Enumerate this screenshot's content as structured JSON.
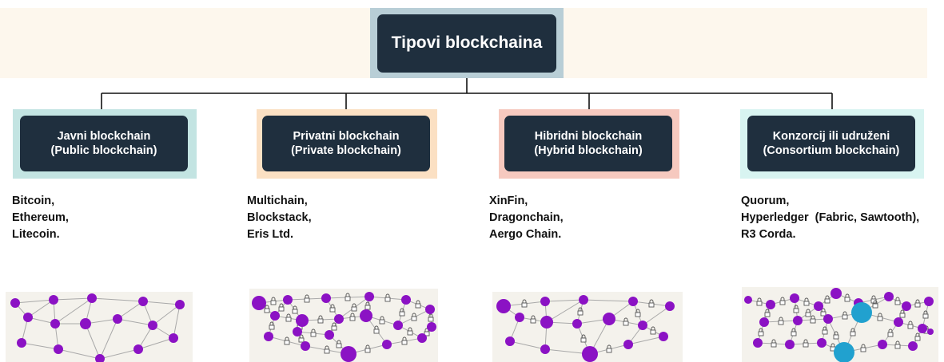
{
  "title": "Tipovi blockchaina",
  "categories": [
    {
      "line1": "Javni blockchain",
      "line2": "(Public blockchain)",
      "frame_color": "#c3e4e2",
      "examples": [
        "Bitcoin,",
        "Ethereum,",
        "Litecoin."
      ],
      "network": "public"
    },
    {
      "line1": "Privatni blockchain",
      "line2": "(Private blockchain)",
      "frame_color": "#fbe0c3",
      "examples": [
        "Multichain,",
        "Blockstack,",
        "Eris Ltd."
      ],
      "network": "private"
    },
    {
      "line1": "Hibridni blockchain",
      "line2": "(Hybrid blockchain)",
      "frame_color": "#f6c9bf",
      "examples": [
        "XinFin,",
        "Dragonchain,",
        "Aergo Chain."
      ],
      "network": "hybrid"
    },
    {
      "line1": "Konzorcij ili udruženi",
      "line2": "(Consortium blockchain)",
      "frame_color": "#d8f4f1",
      "examples": [
        "Quorum,",
        "Hyperledger  (Fabric, Sawtooth),",
        "R3 Corda."
      ],
      "network": "consortium"
    }
  ],
  "colors": {
    "box_fill": "#1f2f3e",
    "title_frame": "#b8ced6",
    "node_purple": "#8b12c4",
    "node_blue": "#21a1cf",
    "network_bg": "#f4f2ec"
  }
}
